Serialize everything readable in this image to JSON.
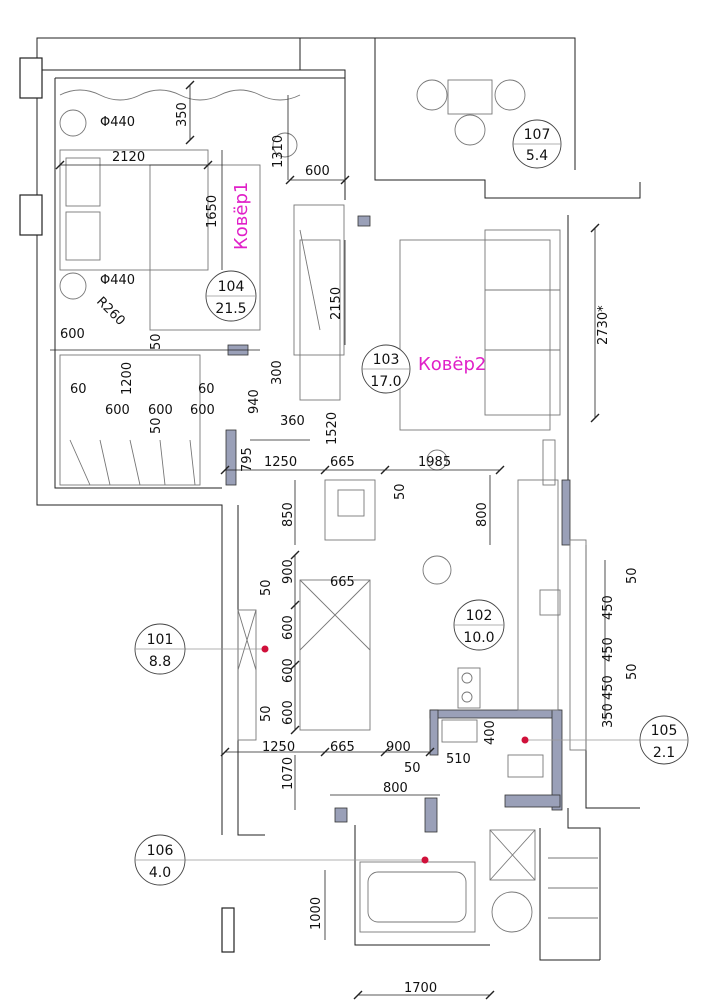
{
  "rooms": [
    {
      "id": "101",
      "area": "8.8"
    },
    {
      "id": "102",
      "area": "10.0"
    },
    {
      "id": "103",
      "area": "17.0"
    },
    {
      "id": "104",
      "area": "21.5"
    },
    {
      "id": "105",
      "area": "2.1"
    },
    {
      "id": "106",
      "area": "4.0"
    },
    {
      "id": "107",
      "area": "5.4"
    }
  ],
  "rugs": [
    "Ковёр1",
    "Ковёр2"
  ],
  "dimensions": {
    "d350": "350",
    "d1310": "1310",
    "d600_bed": "600",
    "d2120": "2120",
    "d1650": "1650",
    "phi440_top": "Φ440",
    "phi440_bot": "Φ440",
    "r260": "R260",
    "d600_left": "600",
    "d50_a": "50",
    "d2150": "2150",
    "d300": "300",
    "d1200": "1200",
    "d60_a": "60",
    "d60_b": "60",
    "d600_a": "600",
    "d600_b": "600",
    "d600_c": "600",
    "d940": "940",
    "d50_b": "50",
    "d360": "360",
    "d1520": "1520",
    "d2730": "2730*",
    "d795": "795",
    "d1250_a": "1250",
    "d665_a": "665",
    "d1985": "1985",
    "d50_c": "50",
    "d850": "850",
    "d800_a": "800",
    "d900_a": "900",
    "d665_b": "665",
    "d50_d": "50",
    "d600_d": "600",
    "d600_e": "600",
    "d600_f": "600",
    "d50_e": "50",
    "d1250_b": "1250",
    "d665_c": "665",
    "d900_b": "900",
    "d50_r1": "50",
    "d450_a": "450",
    "d450_b": "450",
    "d450_c": "450",
    "d350_r": "350",
    "d50_r2": "50",
    "d400": "400",
    "d510": "510",
    "d1070": "1070",
    "d50_f": "50",
    "d800_b": "800",
    "d1000": "1000",
    "d1700": "1700"
  },
  "colors": {
    "rug_label": "#e020c8",
    "wall_hatch": "#9aa0b8",
    "marker": "#d0103a"
  }
}
